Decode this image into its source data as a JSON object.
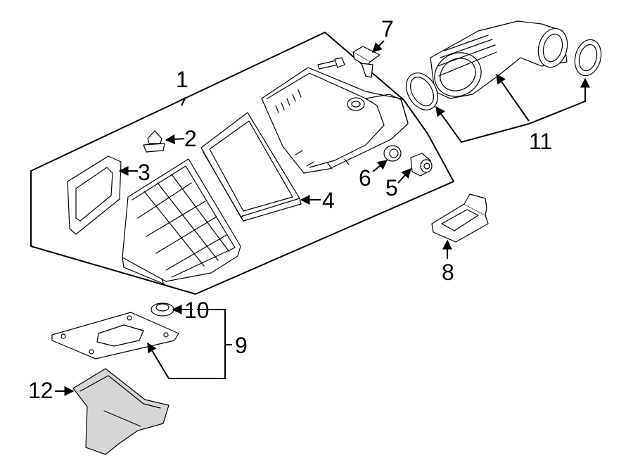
{
  "callouts": {
    "c1": "1",
    "c2": "2",
    "c3": "3",
    "c4": "4",
    "c5": "5",
    "c6": "6",
    "c7": "7",
    "c8": "8",
    "c9": "9",
    "c10": "10",
    "c11": "11",
    "c12": "12"
  },
  "colors": {
    "line": "#000000",
    "background": "#ffffff",
    "panel_shade": "#d6d6d6"
  }
}
